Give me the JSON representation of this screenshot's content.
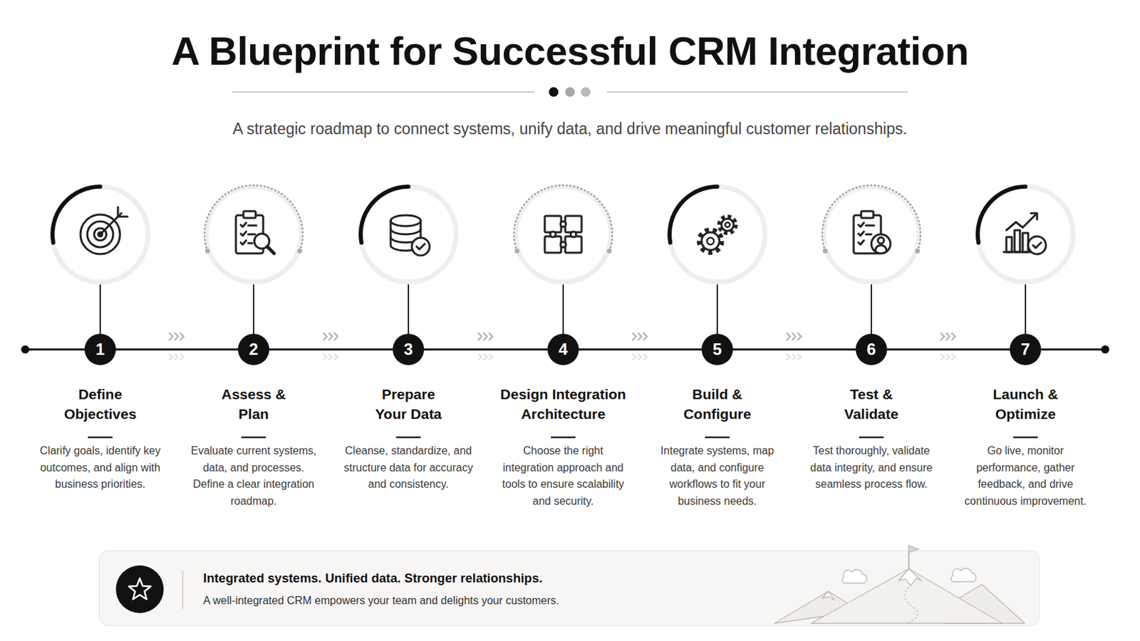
{
  "diagram": {
    "title": "A Blueprint for Successful CRM Integration",
    "nodes": [
      {
        "text": [
          "1",
          "Define Objectives",
          "Clarify goals, identify key outcomes, and align with business priorities."
        ]
      },
      {
        "text": [
          "2",
          "Assess & Plan",
          "Evaluate current systems, data, and processes. Define a clear integration roadmap."
        ]
      },
      {
        "text": [
          "3",
          "Prepare Your Data",
          "Cleanse, standardize, and structure data for accuracy and consistency."
        ]
      },
      {
        "text": [
          "4",
          "Design Integration Architecture",
          "Choose the right integration approach and tools to ensure scalability and security."
        ]
      },
      {
        "text": [
          "5",
          "Build & Configure",
          "Integrate systems, map data, and configure workflows to fit your business needs."
        ]
      },
      {
        "text": [
          "6",
          "Test & Validate",
          "Test thoroughly, validate data integrity, and ensure seamless process flow."
        ]
      },
      {
        "text": [
          "7",
          "Launch & Optimize",
          "Go live, monitor performance, gather feedback, and drive continuous improvement."
        ]
      },
      {
        "text": [
          "Integrated systems. Unified data. Stronger relationships.",
          "A well-integrated CRM empowers your team and delights your customers."
        ]
      }
    ],
    "edges": [
      {
        "from": 0,
        "to": 1,
        "arrow": "to"
      },
      {
        "from": 1,
        "to": 2,
        "arrow": "to"
      },
      {
        "from": 2,
        "to": 3,
        "arrow": "to"
      },
      {
        "from": 3,
        "to": 4,
        "arrow": "to"
      },
      {
        "from": 4,
        "to": 5,
        "arrow": "to"
      },
      {
        "from": 5,
        "to": 6,
        "arrow": "to"
      }
    ],
    "labels": [
      "A strategic roadmap to connect systems, unify data, and drive meaningful customer relationships."
    ]
  }
}
